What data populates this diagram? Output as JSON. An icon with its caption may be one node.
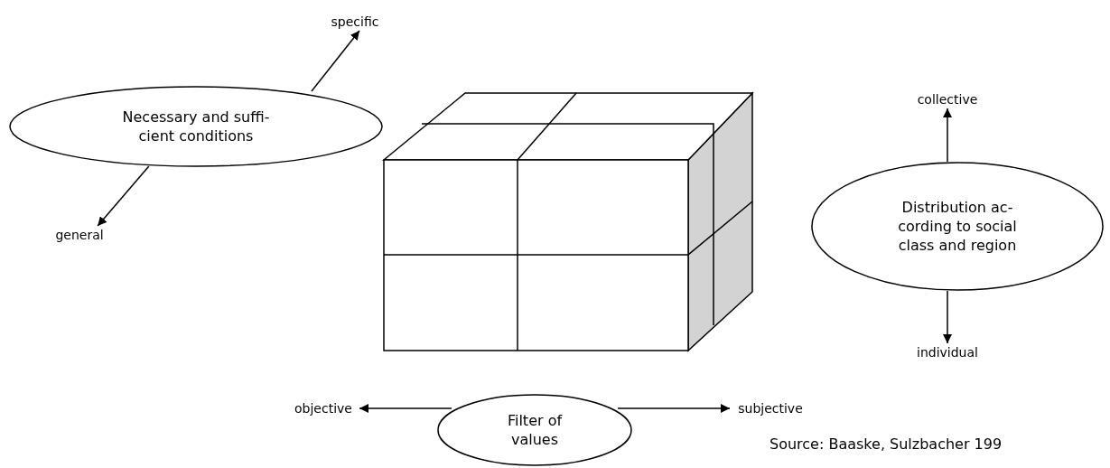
{
  "diagram": {
    "nodes": [
      {
        "text": [
          "Necessary and suffi- cient conditions"
        ]
      },
      {
        "text": [
          "specific"
        ]
      },
      {
        "text": [
          "general"
        ]
      },
      {
        "text": [
          "Distribution ac- cording to social class and region"
        ]
      },
      {
        "text": [
          "collective"
        ]
      },
      {
        "text": [
          "individual"
        ]
      },
      {
        "text": [
          "Filter of values"
        ]
      },
      {
        "text": [
          "objective"
        ]
      },
      {
        "text": [
          "subjective"
        ]
      }
    ],
    "edges": [
      {
        "from": 0,
        "to": 1,
        "arrow": "to"
      },
      {
        "from": 0,
        "to": 2,
        "arrow": "to"
      },
      {
        "from": 3,
        "to": 4,
        "arrow": "to"
      },
      {
        "from": 3,
        "to": 5,
        "arrow": "to"
      },
      {
        "from": 6,
        "to": 7,
        "arrow": "to"
      },
      {
        "from": 6,
        "to": 8,
        "arrow": "to"
      }
    ],
    "labels": [
      "Source: Baaske, Sulzbacher 199"
    ]
  }
}
